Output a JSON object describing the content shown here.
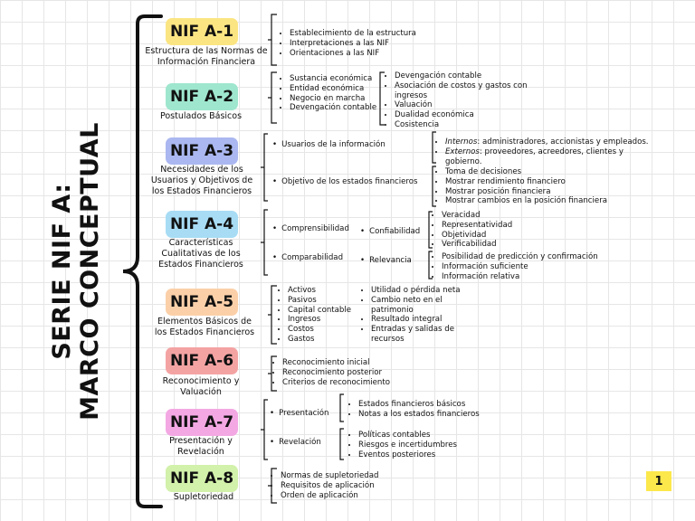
{
  "title": {
    "line1": "SERIE NIF A:",
    "line2": "MARCO CONCEPTUAL"
  },
  "page_number": "1",
  "colors": {
    "a1": "#fbe583",
    "a2": "#9fe6cf",
    "a3": "#aab7f0",
    "a4": "#a7dcf4",
    "a5": "#fbd0a9",
    "a6": "#f4a3a3",
    "a7": "#f3a8e3",
    "a8": "#d2f1aa",
    "page": "#fce84b"
  },
  "nif": [
    {
      "code": "NIF A-1",
      "subtitle1": "Estructura de las Normas de",
      "subtitle2": "Información Financiera",
      "items": [
        "Establecimiento de la estructura",
        "Interpretaciones a las NIF",
        "Orientaciones a las NIF"
      ]
    },
    {
      "code": "NIF A-2",
      "subtitle1": "Postulados Básicos",
      "items": [
        "Sustancia económica",
        "Entidad económica",
        "Negocio en marcha",
        "Devengación contable"
      ],
      "items2": [
        "Devengación contable",
        "Asociación de costos y gastos con ingresos",
        "Valuación",
        "Dualidad económica",
        "Cosistencia"
      ]
    },
    {
      "code": "NIF A-3",
      "subtitle1": "Necesidades de los",
      "subtitle2": "Usuarios y Objetivos de",
      "subtitle3": "los Estados Financieros",
      "usuarios": "Usuarios de la información",
      "internos_label": "Internos",
      "internos_text": ": administradores, accionistas y empleados.",
      "externos_label": "Externos",
      "externos_text": ": proveedores, acreedores, clientes y",
      "externos_text2": "gobierno.",
      "objetivo": "Objetivo de los estados financieros",
      "objetivo_items": [
        "Toma de decisiones",
        "Mostrar rendimiento financiero",
        "Mostrar posición financiera",
        "Mostrar cambios en la posición financiera"
      ]
    },
    {
      "code": "NIF A-4",
      "subtitle1": "Características",
      "subtitle2": "Cualitativas de los",
      "subtitle3": "Estados Financieros",
      "comprensibilidad": "Comprensibilidad",
      "comparabilidad": "Comparabilidad",
      "confiabilidad": "Confiabilidad",
      "relevancia": "Relevancia",
      "confiabilidad_items": [
        "Veracidad",
        "Representatividad",
        "Objetividad",
        "Verificabilidad"
      ],
      "relevancia_items": [
        "Posibilidad de predicción y confirmación",
        "Información suficiente",
        "Información relativa"
      ]
    },
    {
      "code": "NIF A-5",
      "subtitle1": "Elementos Básicos de",
      "subtitle2": "los Estados Financieros",
      "items": [
        "Activos",
        "Pasivos",
        "Capital contable",
        "Ingresos",
        "Costos",
        "Gastos"
      ],
      "items2": [
        "Utilidad o pérdida neta",
        "Cambio neto en el patrimonio",
        "Resultado integral",
        "Entradas y salidas de recursos"
      ]
    },
    {
      "code": "NIF A-6",
      "subtitle1": "Reconocimiento y",
      "subtitle2": "Valuación",
      "items": [
        "Reconocimiento inicial",
        "Reconocimiento posterior",
        "Criterios de reconocimiento"
      ]
    },
    {
      "code": "NIF A-7",
      "subtitle1": "Presentación y",
      "subtitle2": "Revelación",
      "presentacion": "Presentación",
      "revelacion": "Revelación",
      "presentacion_items": [
        "Estados financieros básicos",
        "Notas a los estados financieros"
      ],
      "revelacion_items": [
        "Políticas contables",
        "Riesgos e incertidumbres",
        "Eventos posteriores"
      ]
    },
    {
      "code": "NIF A-8",
      "subtitle1": "Supletoriedad",
      "items": [
        "Normas de supletoriedad",
        "Requisitos de aplicación",
        "Orden de aplicación"
      ]
    }
  ]
}
